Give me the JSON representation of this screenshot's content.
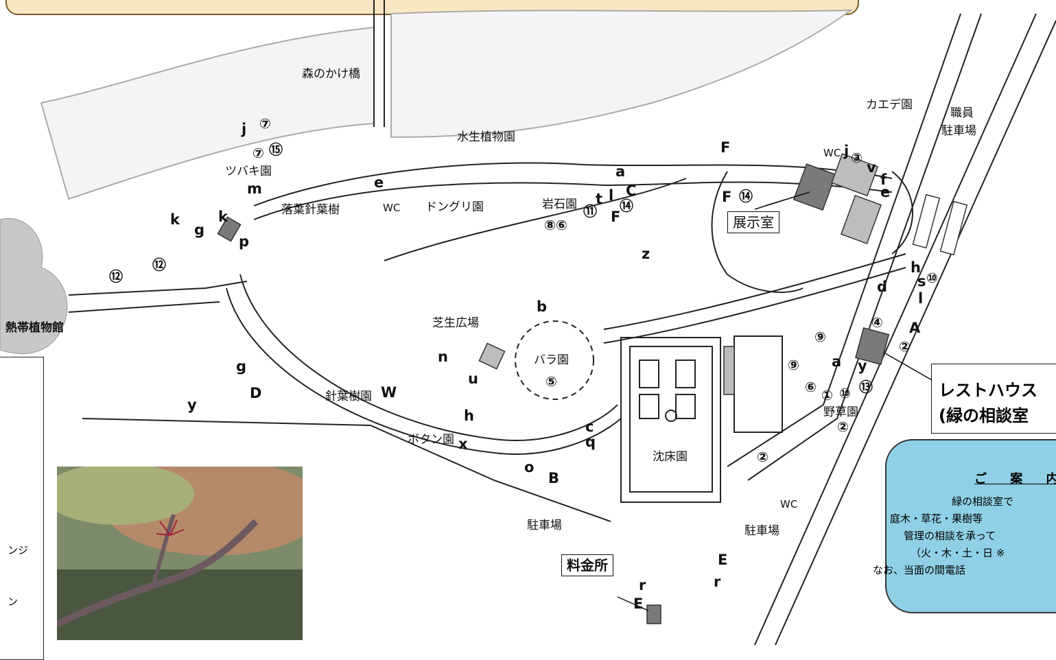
{
  "map": {
    "areas": {
      "mori_bridge": "森のかけ橋",
      "suisei": "水生植物園",
      "kaede": "カエデ園",
      "staff_parking": [
        "職員",
        "駐車場"
      ],
      "tsubaki": "ツバキ園",
      "rakuyou": "落葉針葉樹",
      "donguri": "ドングリ園",
      "ganseki": "岩石園",
      "tenjishitsu": "展示室",
      "shibafu": "芝生広場",
      "bara": "バラ園",
      "nettai": "熱帯植物館",
      "shinyoujuen": "針葉樹園",
      "botan": "ボタン園",
      "chinshouen": "沈床園",
      "yasou": "野草園",
      "parking1": "駐車場",
      "parking2": "駐車場",
      "ryoukinjo": "料金所",
      "wc": "WC"
    },
    "letters": {
      "j1": "j",
      "j2": "j",
      "m": "m",
      "k1": "k",
      "k2": "k",
      "g1": "g",
      "g2": "g",
      "p": "p",
      "e1": "e",
      "e2": "e",
      "F1": "F",
      "F2": "F",
      "F3": "F",
      "a1": "a",
      "a2": "a",
      "t": "t",
      "l1": "l",
      "l2": "l",
      "C1": "C",
      "c2": "c",
      "q": "q",
      "v": "v",
      "f": "f",
      "z": "z",
      "b": "b",
      "d": "d",
      "h1": "h",
      "h2": "h",
      "s": "s",
      "A": "A",
      "n": "n",
      "u": "u",
      "W": "W",
      "D": "D",
      "y1": "y",
      "y2": "y",
      "x": "x",
      "o": "o",
      "B": "B",
      "E1": "E",
      "E2": "E",
      "r1": "r",
      "r2": "r"
    },
    "numbers": {
      "n7a": "⑦",
      "n7b": "⑦",
      "n15": "⑮",
      "n12a": "⑫",
      "n12b": "⑫",
      "n86": "⑧⑥",
      "n11": "⑪",
      "n14a": "⑭",
      "n14b": "⑭",
      "n3": "③",
      "n10a": "⑩",
      "n4": "④",
      "n2a": "②",
      "n9a": "⑨",
      "n9b": "⑨",
      "n6": "⑥",
      "n1": "①",
      "n10b": "⑩",
      "n13": "⑬",
      "n2b": "②",
      "n5": "⑤",
      "n2c": "②"
    }
  },
  "rest_house": [
    "レストハウス",
    "(緑の相談室"
  ],
  "guide": {
    "title": "ご 案 内",
    "lines": [
      "緑の相談室で",
      "庭木・草花・果樹等",
      "管理の相談を承って",
      "（火・木・土・日 ※",
      "なお、当面の間電話"
    ]
  },
  "legend": {
    "items": [
      "ンジ",
      "ン"
    ]
  },
  "colors": {
    "guide_bg": "#8fd0e6",
    "building": "#7a7a7a",
    "building_light": "#bdbdbd"
  }
}
